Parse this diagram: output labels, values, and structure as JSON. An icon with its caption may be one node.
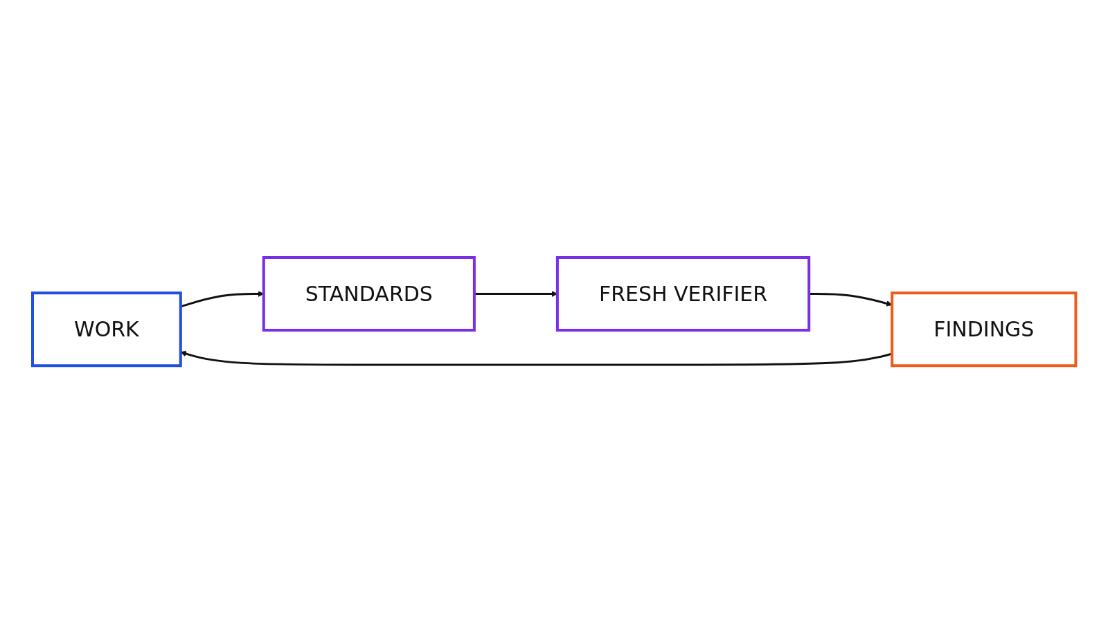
{
  "diagram": {
    "nodes": [
      {
        "text": [
          "WORK"
        ]
      },
      {
        "text": [
          "STANDARDS"
        ]
      },
      {
        "text": [
          "FRESH VERIFIER"
        ]
      },
      {
        "text": [
          "FINDINGS"
        ]
      }
    ],
    "edges": [
      {
        "from": 0,
        "to": 1,
        "arrow": "to"
      },
      {
        "from": 1,
        "to": 2,
        "arrow": "to"
      },
      {
        "from": 2,
        "to": 3,
        "arrow": "to"
      },
      {
        "from": 3,
        "to": 0,
        "arrow": "to"
      }
    ]
  }
}
